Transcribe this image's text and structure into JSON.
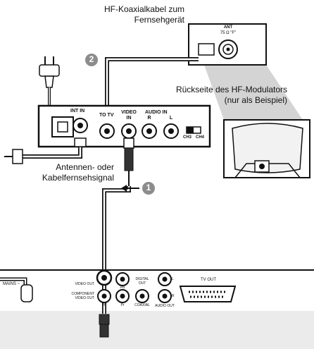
{
  "labels": {
    "hf_cable_line1": "HF-Koaxialkabel zum",
    "hf_cable_line2": "Fernsehgerät",
    "modulator_back_line1": "Rückseite des HF-Modulators",
    "modulator_back_line2": "(nur als Beispiel)",
    "antenna_line1": "Antennen- oder",
    "antenna_line2": "Kabelfernsehsignal"
  },
  "steps": {
    "one": "1",
    "two": "2"
  },
  "tv_jack": {
    "ant": "ANT",
    "ohm": "75 Ω \"F\""
  },
  "modulator": {
    "int_in": "INT IN",
    "to_tv": "TO TV",
    "video": "VIDEO",
    "video_in": "IN",
    "audio_in": "AUDIO IN",
    "r": "R",
    "l": "L",
    "ch3": "CH3",
    "ch4": "CH4"
  },
  "player": {
    "mains": "MAINS ~",
    "video_out": "VIDEO OUT",
    "component_line1": "COMPONENT",
    "component_line2": "VIDEO OUT",
    "y": "Y",
    "pb": "Pb",
    "pr": "Pr",
    "digital_line1": "DIGITAL",
    "digital_line2": "OUT",
    "coaxial": "COAXIAL",
    "l": "L",
    "r": "R",
    "audio_out": "AUDIO OUT",
    "tv_out": "TV OUT"
  },
  "colors": {
    "step_badge": "#8c8c8c",
    "tv_shade": "#d0d0d0",
    "background": "#ebebeb"
  }
}
